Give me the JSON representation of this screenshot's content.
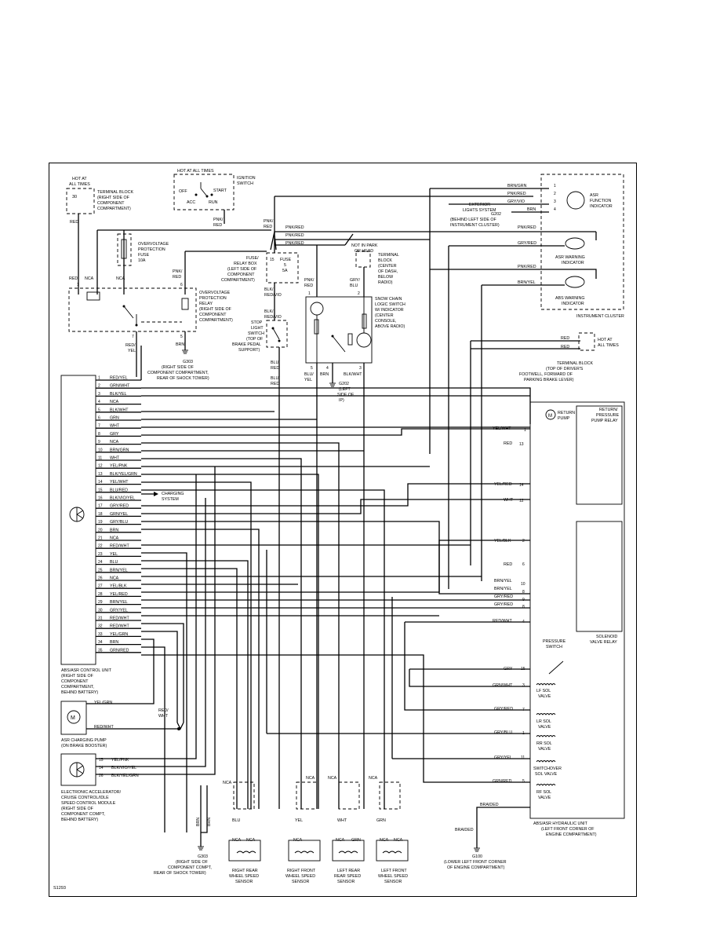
{
  "diagram_id": "S1293",
  "components": {
    "hot_at_all_times_1": "HOT AT\nALL TIMES",
    "fuse_30": "30",
    "terminal_block_1": "TERMINAL BLOCK\n(RIGHT SIDE OF\nCOMPONENT\nCOMPARTMENT)",
    "hot_at_all_times_2": "HOT AT ALL TIMES",
    "ignition_switch": "IGNITION\nSWITCH",
    "ign_off": "OFF",
    "ign_start": "START",
    "ign_acc": "ACC",
    "ign_run": "RUN",
    "overvoltage_fuse": "OVERVOLTAGE\nPROTECTION\nFUSE\n10A",
    "fuse_relay_box": "FUSE/\nRELAY BOX\n(LEFT SIDE OF\nCOMPONENT\nCOMPARTMENT)",
    "fuse_15": "15",
    "fuse_5": "FUSE\n5\n5A",
    "overvoltage_relay": "OVERVOLTAGE\nPROTECTION\nRELAY\n(RIGHT SIDE OF\nCOMPONENT\nCOMPARTMENT)",
    "stop_light_switch": "STOP\nLIGHT\nSWITCH\n(TOP OF\nBRAKE PEDAL\nSUPPORT)",
    "not_in_park": "NOT IN PARK\nOR HEAD",
    "terminal_block_2": "TERMINAL\nBLOCK\n(CENTER\nOF DASH,\nBELOW\nRADIO)",
    "snow_chain": "SNOW CHAIN\nLOGIC SWITCH\nW/ INDICATOR\n(CENTER\nCONSOLE,\nABOVE RADIO)",
    "g303_top": "G303\n(RIGHT SIDE OF\nCOMPONENT COMPARTMENT,\nREAR OF SHOCK TOWER)",
    "g202": "G202\n(LEFT\nSIDE OF\nIP)",
    "asr_function_indicator": "ASR\nFUNCTION\nINDICATOR",
    "exterior_lights": "EXTERIOR\nLIGHTS SYSTEM",
    "g202_behind": "G202\n(BEHIND LEFT SIDE OF\nINSTRUMENT CLUSTER)",
    "asr_warning": "ASR WARNING\nINDICATOR",
    "abs_warning": "ABS WARNING\nINDICATOR",
    "instrument_cluster": "INSTRUMENT CLUSTER",
    "hot_at_all_times_3": "HOT AT\nALL TIMES",
    "terminal_block_3": "TERMINAL BLOCK\n(TOP OF DRIVER'S\nFOOTWELL, FORWARD OF\nPARKING BRAKE LEVER)",
    "return_pump": "RETURN\nPUMP",
    "return_pump_relay": "RETURN/\nPRESSURE\nPUMP RELAY",
    "solenoid_valve_relay": "SOLENOID\nVALVE RELAY",
    "pressure_switch": "PRESSURE\nSWITCH",
    "charging_system": "CHARGING\nSYSTEM",
    "abs_asr_control_unit": "ABS/ASR CONTROL UNIT\n(RIGHT SIDE OF\nCOMPONENT\nCOMPARTMENT,\nBEHIND BATTERY)",
    "asr_charging_pump": "ASR CHARGING PUMP\n(ON BRAKE BOOSTER)",
    "accelerator_module": "ELECTRONIC ACCELERATOR/\nCRUISE CONTROL/IDLE\nSPEED CONTROL MODULE\n(RIGHT SIDE OF\nCOMPONENT COMPT,\nBEHIND BATTERY)",
    "g303_bottom": "G303\n(RIGHT SIDE OF\nCOMPONENT COMPT,\nREAR OF SHOCK TOWER)",
    "rr_sensor": "RIGHT REAR\nWHEEL SPEED\nSENSOR",
    "rf_sensor": "RIGHT FRONT\nWHEEL SPEED\nSENSOR",
    "lr_sensor": "LEFT REAR\nREAR SPEED\nSENSOR",
    "lf_sensor": "LEFT FRONT\nWHEEL SPEED\nSENSOR",
    "abs_hydraulic_unit": "ABS/ASR HYDRAULIC UNIT\n(LEFT FRONT CORNER OF\nENGINE COMPARTMENT)",
    "g100": "G100\n(LOWER LEFT FRONT CORNER\nOF ENGINE COMPARTMENT)",
    "braided_1": "BRAIDED",
    "braided_2": "BRAIDED",
    "lf_sol": "LF SOL\nVALVE",
    "lr_sol": "LR SOL\nVALVE",
    "rr_sol": "RR SOL\nVALVE",
    "switchover_sol": "SWITCHOVER\nSOL VALVE",
    "rf_sol": "RF SOL\nVALVE"
  },
  "wire_labels": {
    "red_1": "RED",
    "red_nca_left": "RED",
    "nca_a": "NCA",
    "nca_b": "NCA",
    "pnk_red_a": "PNK/\nRED",
    "pnk_red_b": "PNK/\nRED",
    "pnk_red_c": "PNK/\nRED",
    "pnk_red_d": "PNK/\nRED",
    "pnk_red_bus_1": "PNK/RED",
    "pnk_red_bus_2": "PNK/RED",
    "pnk_red_bus_3": "PNK/RED",
    "blk_red_vio_1": "BLK/\nRED/VIO",
    "blk_red_vio_2": "BLK/\nRED/VIO",
    "red_yel": "RED/\nYEL",
    "brn_1": "BRN",
    "blu_red_1": "BLU/\nRED",
    "blu_red_2": "BLU/\nRED",
    "blu_yel": "BLU/\nYEL",
    "brn_2": "BRN",
    "blk_wht": "BLK/WHT",
    "gry_blu": "GRY/\nBLU",
    "pnk_red_sc": "PNK/\nRED",
    "brn_grn_top": "BRN/GRN",
    "pnk_red_top": "PNK/RED",
    "gry_vio": "GRY/VIO",
    "brn_top": "BRN",
    "pnk_red_r2": "PNK/RED",
    "gry_red_r": "GRY/RED",
    "pnk_red_r3": "PNK/RED",
    "brn_yel_r": "BRN/YEL",
    "red_tb_1": "RED",
    "red_tb_2": "RED",
    "yel_wht_1": "YEL/WHT",
    "red_13": "RED",
    "yel_red_14": "YEL/RED",
    "wht_12": "WHT",
    "yel_blk_2": "YEL/BLK",
    "red_6": "RED",
    "brn_yel_10": "BRN/YEL",
    "brn_yel_8": "BRN/YEL",
    "gry_red_9": "GRY/RED",
    "gry_red_8": "GRY/RED",
    "red_wht_4": "RED/WHT",
    "gry_15": "GRY",
    "grn_wht_3": "GRN/WHT",
    "gry_red_7": "GRY/RED",
    "gry_blu_1": "GRY/BLU",
    "gry_yel_11": "GRY/YEL",
    "grn_red_5": "GRN/RED",
    "yel_grn_pump": "YEL/GRN",
    "red_wht_pump": "RED/WHT",
    "red_wht_node": "RED/\nWHT",
    "yel_pnk_15": "YEL/PNK",
    "blk_vio_yel_14": "BLK/VIO/YEL",
    "blk_yel_grn_26": "BLK/YEL/GRN",
    "nca_s1": "NCA",
    "nca_s2": "NCA",
    "nca_s3": "NCA",
    "nca_s4": "NCA",
    "blu_s": "BLU",
    "yel_s": "YEL",
    "wht_s": "WHT",
    "grn_s": "GRN",
    "brn_v1": "BRN",
    "brn_v2": "BRN",
    "nca_b1": "NCA",
    "nca_b2": "NCA",
    "nca_b3": "NCA",
    "nca_b4": "NCA",
    "nca_b5": "NCA",
    "grn_b": "GRN",
    "nca_b6": "NCA",
    "nca_b7": "NCA"
  },
  "pins": {
    "p1": "1",
    "p2": "2",
    "p3": "3",
    "p4": "4",
    "p5": "5",
    "p6": "6",
    "p7": "7",
    "p8": "8",
    "p9": "9",
    "r1": "1",
    "r2": "2",
    "r3": "3",
    "r4": "4",
    "h6": "6",
    "h13": "13",
    "h14": "14",
    "h12": "12",
    "h2": "2",
    "h6b": "6",
    "h10": "10",
    "h8": "8",
    "h9": "9",
    "h8b": "8",
    "h4": "4",
    "h15": "15",
    "h3": "3",
    "h7": "7",
    "h1": "1",
    "h11": "11",
    "h5": "5"
  },
  "control_unit_pins": [
    {
      "n": "1",
      "w": "RED/YEL"
    },
    {
      "n": "2",
      "w": "GRN/WHT"
    },
    {
      "n": "3",
      "w": "BLK/YEL"
    },
    {
      "n": "4",
      "w": "NCA"
    },
    {
      "n": "5",
      "w": "BLK/WHT"
    },
    {
      "n": "6",
      "w": "GRN"
    },
    {
      "n": "7",
      "w": "WHT"
    },
    {
      "n": "8",
      "w": "GRY"
    },
    {
      "n": "9",
      "w": "NCA"
    },
    {
      "n": "10",
      "w": "BRN/GRN"
    },
    {
      "n": "11",
      "w": "WHT"
    },
    {
      "n": "12",
      "w": "YEL/PNK"
    },
    {
      "n": "13",
      "w": "BLK/YEL/GRN"
    },
    {
      "n": "14",
      "w": "YEL/WHT"
    },
    {
      "n": "15",
      "w": "BLU/RED"
    },
    {
      "n": "16",
      "w": "BLK/VIO/YEL"
    },
    {
      "n": "17",
      "w": "GRY/RED"
    },
    {
      "n": "18",
      "w": "GRN/YEL"
    },
    {
      "n": "19",
      "w": "GRY/BLU"
    },
    {
      "n": "20",
      "w": "BRN"
    },
    {
      "n": "21",
      "w": "NCA"
    },
    {
      "n": "22",
      "w": "RED/WHT"
    },
    {
      "n": "23",
      "w": "YEL"
    },
    {
      "n": "24",
      "w": "BLU"
    },
    {
      "n": "25",
      "w": "BRN/YEL"
    },
    {
      "n": "26",
      "w": "NCA"
    },
    {
      "n": "27",
      "w": "YEL/BLK"
    },
    {
      "n": "28",
      "w": "YEL/RED"
    },
    {
      "n": "29",
      "w": "BRN/YEL"
    },
    {
      "n": "30",
      "w": "GRY/YEL"
    },
    {
      "n": "31",
      "w": "RED/WHT"
    },
    {
      "n": "32",
      "w": "RED/WHT"
    },
    {
      "n": "33",
      "w": "YEL/GRN"
    },
    {
      "n": "34",
      "w": "BRN"
    },
    {
      "n": "35",
      "w": "GRN/RED"
    }
  ]
}
